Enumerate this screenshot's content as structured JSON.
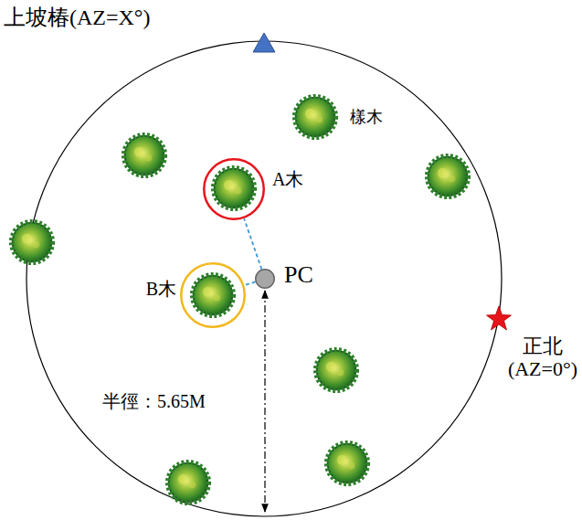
{
  "diagram": {
    "nodes": [
      {
        "text": [
          "A木"
        ]
      },
      {
        "text": [
          "B木"
        ]
      },
      {
        "text": [
          "PC"
        ]
      }
    ],
    "edges": [
      {
        "from": 2,
        "to": 0,
        "arrow": "none"
      },
      {
        "from": 2,
        "to": 1,
        "arrow": "none"
      }
    ],
    "labels": [
      "上坡椿(AZ=X°)",
      "樣木",
      "正北 (AZ=0°)",
      "半徑：5.65M"
    ]
  }
}
